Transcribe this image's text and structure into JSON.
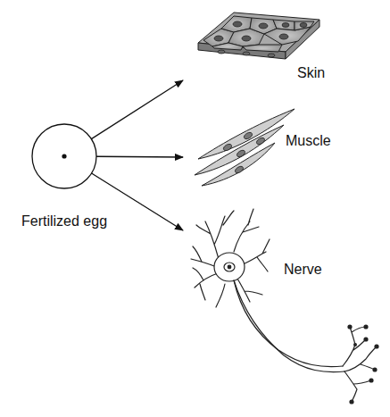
{
  "diagram": {
    "nodes": [
      {
        "text": [
          "Fertilized egg"
        ]
      },
      {
        "text": [
          "Skin"
        ]
      },
      {
        "text": [
          "Muscle"
        ]
      },
      {
        "text": [
          "Nerve"
        ]
      }
    ],
    "edges": [
      {
        "from": 0,
        "to": 1,
        "arrow": "to"
      },
      {
        "from": 0,
        "to": 2,
        "arrow": "to"
      },
      {
        "from": 0,
        "to": 3,
        "arrow": "to"
      }
    ]
  }
}
